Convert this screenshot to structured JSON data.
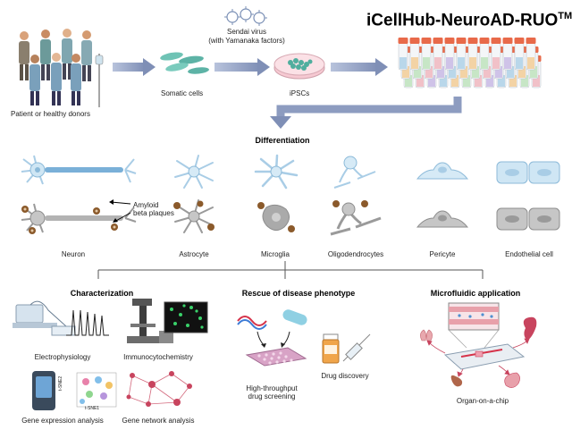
{
  "title": {
    "main": "iCellHub-NeuroAD-RUO",
    "superscript": "TM"
  },
  "pipeline": {
    "donors_label": "Patient or healthy donors",
    "virus_label_line1": "Sendai virus",
    "virus_label_line2": "(with Yamanaka factors)",
    "somatic_label": "Somatic cells",
    "ipsc_label": "iPSCs"
  },
  "differentiation": {
    "heading": "Differentiation",
    "amyloid_line1": "Amyloid",
    "amyloid_line2": "beta plaques",
    "cells": [
      {
        "label": "Neuron"
      },
      {
        "label": "Astrocyte"
      },
      {
        "label": "Microglia"
      },
      {
        "label": "Oligodendrocytes"
      },
      {
        "label": "Pericyte"
      },
      {
        "label": "Endothelial cell"
      }
    ]
  },
  "characterization": {
    "heading": "Characterization",
    "items": [
      {
        "label": "Electrophysiology"
      },
      {
        "label": "Immunocytochemistry"
      },
      {
        "label": "Gene expression analysis"
      },
      {
        "label": "Gene network analysis"
      }
    ],
    "tsne_x": "t-SNE1",
    "tsne_y": "t-SNE2"
  },
  "rescue": {
    "heading": "Rescue of disease phenotype",
    "hts_line1": "High-throughput",
    "hts_line2": "drug screening",
    "drug_discovery": "Drug discovery"
  },
  "microfluidic": {
    "heading": "Microfluidic application",
    "organ_label": "Organ-on-a-chip"
  },
  "colors": {
    "arrow": "#7f8fb6",
    "healthy_cell": "#a9cde6",
    "diseased_cell": "#9a9a9a",
    "plaque": "#8b5a2b",
    "tube_cap": "#e86a4a"
  }
}
